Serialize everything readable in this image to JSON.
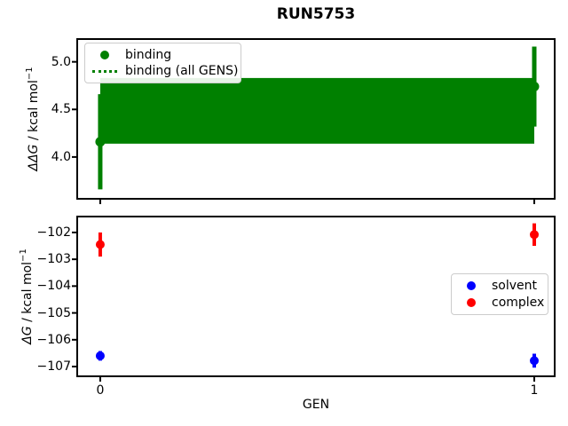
{
  "title": "RUN5753",
  "chart_data": [
    {
      "type": "scatter",
      "title": "",
      "xlabel": "",
      "ylabel_main": "ΔΔG",
      "ylabel_rest": " / kcal mol",
      "ylabel_sup": "−1",
      "xlim": [
        -0.051,
        1.045
      ],
      "ylim": [
        3.57,
        5.23
      ],
      "yticks": [
        4.0,
        4.5,
        5.0
      ],
      "yticklabels": [
        "4.0",
        "4.5",
        "5.0"
      ],
      "xticks": [
        0,
        1
      ],
      "xticklabels": [],
      "band": {
        "label": "binding (all GENS)",
        "x_span": [
          0,
          1
        ],
        "low": 4.14,
        "high": 4.83,
        "mean": 4.48,
        "line_style": "dotted",
        "color": "#008000"
      },
      "series": [
        {
          "name": "binding",
          "color": "#008000",
          "x": [
            0,
            1
          ],
          "y": [
            4.16,
            4.74
          ],
          "yerr": [
            0.5,
            0.42
          ],
          "lw": 5,
          "ms": 5.5
        }
      ],
      "legend_position": "upper left",
      "legend": [
        {
          "marker": "dot",
          "color": "#008000",
          "label": "binding"
        },
        {
          "marker": "dotted-line",
          "color": "#008000",
          "label": "binding (all GENS)"
        }
      ]
    },
    {
      "type": "scatter",
      "title": "",
      "xlabel": "GEN",
      "ylabel_main": "ΔG",
      "ylabel_rest": " / kcal mol",
      "ylabel_sup": "−1",
      "xlim": [
        -0.051,
        1.045
      ],
      "ylim": [
        -107.33,
        -101.44
      ],
      "yticks": [
        -102,
        -103,
        -104,
        -105,
        -106,
        -107
      ],
      "yticklabels": [
        "−102",
        "−103",
        "−104",
        "−105",
        "−106",
        "−107"
      ],
      "xticks": [
        0,
        1
      ],
      "xticklabels": [
        "0",
        "1"
      ],
      "series": [
        {
          "name": "solvent",
          "color": "#0000ff",
          "x": [
            0,
            1
          ],
          "y": [
            -106.6,
            -106.78
          ],
          "yerr": [
            0.18,
            0.26
          ],
          "lw": 4,
          "ms": 5
        },
        {
          "name": "complex",
          "color": "#ff0000",
          "x": [
            0,
            1
          ],
          "y": [
            -102.45,
            -102.08
          ],
          "yerr": [
            0.45,
            0.42
          ],
          "lw": 4,
          "ms": 5
        }
      ],
      "legend_position": "center right",
      "legend": [
        {
          "marker": "dot",
          "color": "#0000ff",
          "label": "solvent"
        },
        {
          "marker": "dot",
          "color": "#ff0000",
          "label": "complex"
        }
      ]
    }
  ],
  "colors": {
    "green": "#008000",
    "red": "#ff0000",
    "blue": "#0000ff",
    "axis": "#000000"
  }
}
